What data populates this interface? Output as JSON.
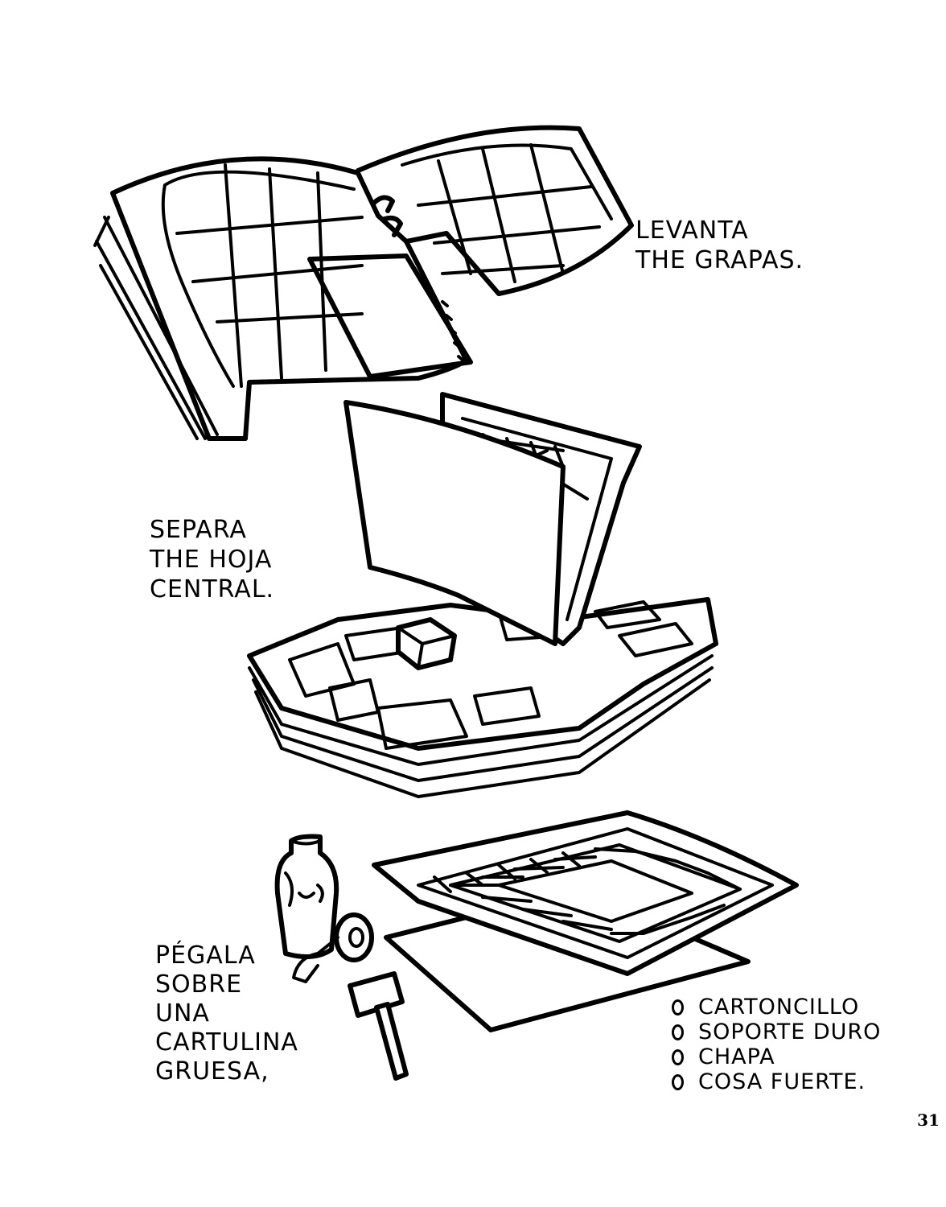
{
  "instructions": [
    {
      "lines": [
        "LEVANTA",
        "THE GRAPAS."
      ]
    },
    {
      "lines": [
        "SEPARA",
        "THE HOJA",
        "CENTRAL."
      ]
    },
    {
      "lines": [
        "PÉGALA",
        "SOBRE",
        "UNA",
        "CARTULINA",
        "GRUESA,"
      ]
    }
  ],
  "materials": {
    "options": [
      "CARTONCILLO",
      "SOPORTE DURO",
      "CHAPA",
      "COSA FUERTE."
    ]
  },
  "page_number": "31"
}
